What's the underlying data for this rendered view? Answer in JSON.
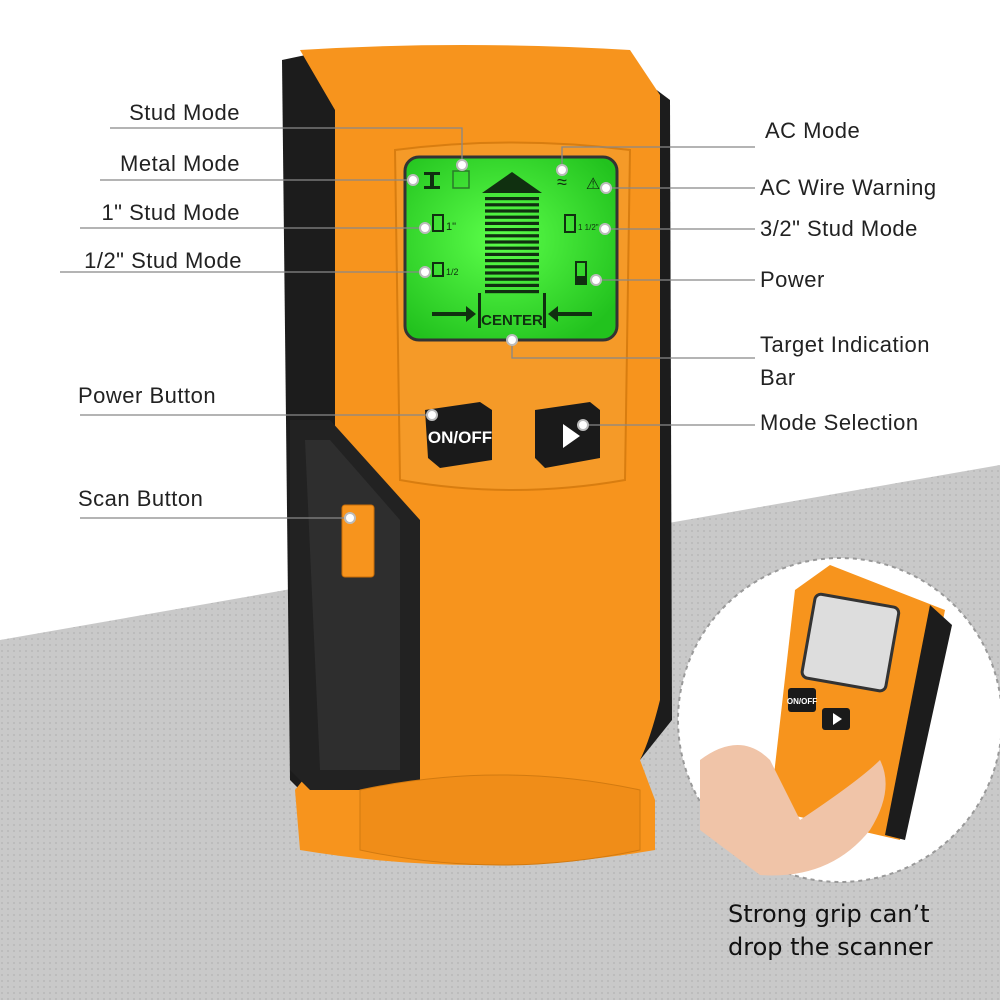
{
  "callouts": {
    "left": [
      "Stud Mode",
      "Metal Mode",
      "1\" Stud Mode",
      "1/2\" Stud Mode",
      "Power Button",
      "Scan Button"
    ],
    "right": [
      "AC Mode",
      "AC Wire Warning",
      "3/2\" Stud Mode",
      "Power",
      "Target Indication",
      "Bar",
      "Mode Selection"
    ]
  },
  "device": {
    "lcd_center_label": "CENTER",
    "power_button_label": "ON/OFF",
    "lcd_fraction_1": "1\"",
    "lcd_fraction_half": "1/2",
    "lcd_fraction_one_half": "1 1/2\""
  },
  "inset": {
    "caption_line1": "Strong grip can’t",
    "caption_line2": "drop the scanner",
    "button_label": "ON/OFF"
  },
  "colors": {
    "body": "#f7941d",
    "grip": "#1e1e1e",
    "lcd": "#3ee83a",
    "background_surface": "#c8c8c8"
  }
}
